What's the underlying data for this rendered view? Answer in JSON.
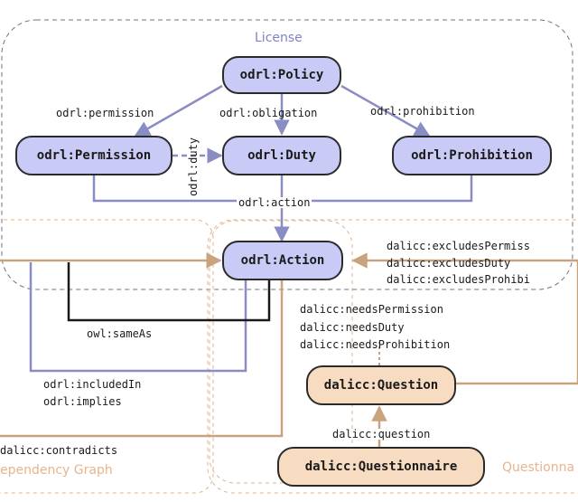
{
  "regions": {
    "license": "License",
    "dependency_graph": "ependency Graph",
    "questionnaire": "Questionna"
  },
  "nodes": {
    "policy": "odrl:Policy",
    "permission": "odrl:Permission",
    "duty": "odrl:Duty",
    "prohibition": "odrl:Prohibition",
    "action": "odrl:Action",
    "question": "dalicc:Question",
    "questionnaire": "dalicc:Questionnaire"
  },
  "edges": {
    "permission": "odrl:permission",
    "obligation": "odrl:obligation",
    "prohibition": "odrl:prohibition",
    "duty": "odrl:duty",
    "action": "odrl:action",
    "excludes_permission": "dalicc:excludesPermiss",
    "excludes_duty": "dalicc:excludesDuty",
    "excludes_prohibition": "dalicc:excludesProhibi",
    "needs_permission": "dalicc:needsPermission",
    "needs_duty": "dalicc:needsDuty",
    "needs_prohibition": "dalicc:needsProhibition",
    "same_as": "owl:sameAs",
    "included_in": "odrl:includedIn",
    "implies": "odrl:implies",
    "question": "dalicc:question",
    "contradicts": "dalicc:contradicts"
  },
  "colors": {
    "odrl_fill": "#c9cbf6",
    "dalicc_fill": "#f7dcc2",
    "odrl_edge": "#8a8cc4",
    "dalicc_edge": "#c9a37e",
    "license_border": "#6f7180",
    "orange_border": "#e0b48a",
    "license_title": "#7f83c6",
    "orange_title": "#e8b48c"
  }
}
